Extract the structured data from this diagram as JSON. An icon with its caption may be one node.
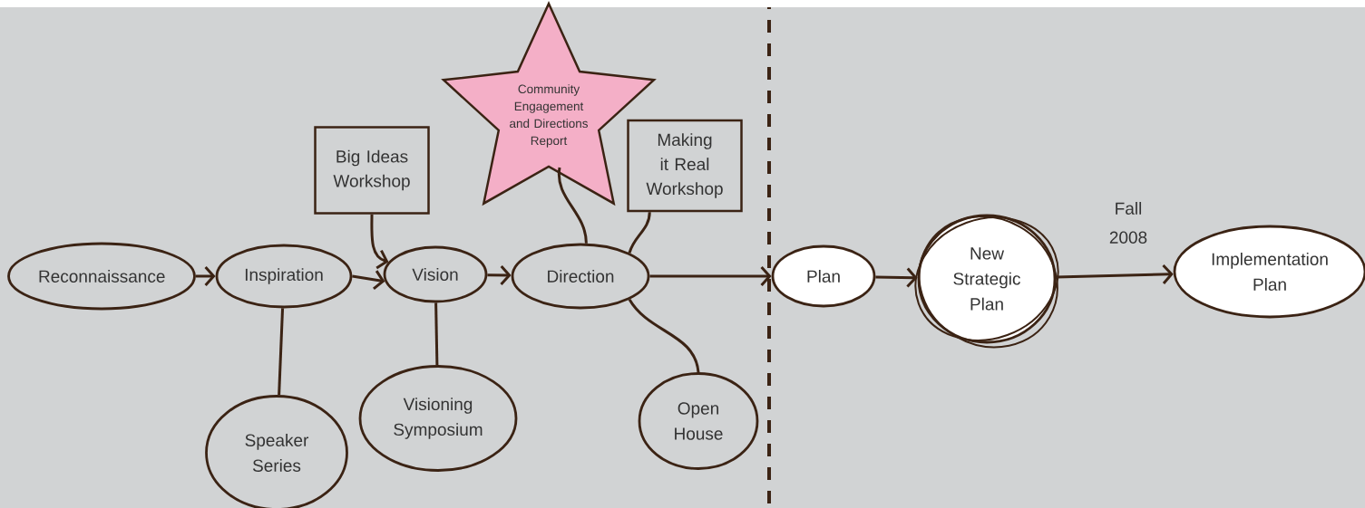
{
  "diagram": {
    "nodes": [
      {
        "text": [
          "Reconnaissance"
        ]
      },
      {
        "text": [
          "Inspiration"
        ]
      },
      {
        "text": [
          "Speaker Series"
        ]
      },
      {
        "text": [
          "Big Ideas Workshop"
        ]
      },
      {
        "text": [
          "Vision"
        ]
      },
      {
        "text": [
          "Visioning Symposium"
        ]
      },
      {
        "text": [
          "Community Engagement and Directions Report"
        ]
      },
      {
        "text": [
          "Direction"
        ]
      },
      {
        "text": [
          "Making it Real Workshop"
        ]
      },
      {
        "text": [
          "Open House"
        ]
      },
      {
        "text": [
          "Plan"
        ]
      },
      {
        "text": [
          "New Strategic Plan"
        ]
      },
      {
        "text": [
          "Implementation Plan"
        ]
      }
    ],
    "edges": [
      {
        "from": 0,
        "to": 1,
        "arrow": "to"
      },
      {
        "from": 1,
        "to": 2,
        "arrow": "none"
      },
      {
        "from": 1,
        "to": 4,
        "arrow": "to"
      },
      {
        "from": 3,
        "to": 4,
        "arrow": "to"
      },
      {
        "from": 4,
        "to": 5,
        "arrow": "none"
      },
      {
        "from": 4,
        "to": 7,
        "arrow": "to"
      },
      {
        "from": 7,
        "to": 6,
        "arrow": "none"
      },
      {
        "from": 7,
        "to": 8,
        "arrow": "none"
      },
      {
        "from": 7,
        "to": 9,
        "arrow": "none"
      },
      {
        "from": 7,
        "to": 10,
        "arrow": "to"
      },
      {
        "from": 10,
        "to": 11,
        "arrow": "to"
      },
      {
        "from": 11,
        "to": 12,
        "arrow": "to",
        "label": "Fall 2008"
      }
    ]
  }
}
